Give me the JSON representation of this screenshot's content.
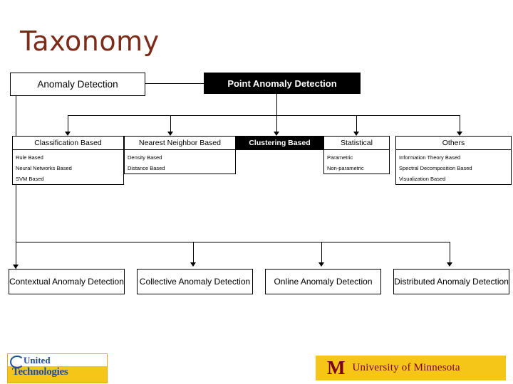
{
  "slide": {
    "title": "Taxonomy",
    "root": {
      "label": "Anomaly Detection"
    },
    "point_anomaly": {
      "label": "Point Anomaly Detection"
    },
    "categories": [
      {
        "label": "Classification Based",
        "style": "white",
        "items": [
          "Rule Based",
          "Neural Networks Based",
          "SVM Based"
        ]
      },
      {
        "label": "Nearest Neighbor Based",
        "style": "white",
        "items": [
          "Density Based",
          "Distance Based"
        ]
      },
      {
        "label": "Clustering Based",
        "style": "black",
        "items": []
      },
      {
        "label": "Statistical",
        "style": "white",
        "items": [
          "Parametric",
          "Non-parametric"
        ]
      },
      {
        "label": "Others",
        "style": "white",
        "items": [
          "Information Theory Based",
          "Spectral Decomposition Based",
          "Visualization Based"
        ]
      }
    ],
    "bottom_boxes": [
      {
        "label": "Contextual Anomaly Detection"
      },
      {
        "label": "Collective Anomaly Detection"
      },
      {
        "label": "Online Anomaly Detection"
      },
      {
        "label": "Distributed Anomaly Detection"
      }
    ]
  },
  "footer": {
    "ut_logo": {
      "line1": "United",
      "line2": "Technologies"
    },
    "umn_logo": {
      "mark": "M",
      "name": "University of Minnesota"
    }
  },
  "colors": {
    "title": "#7b2b18",
    "accent_black": "#000000",
    "logo_gold": "#f5c518",
    "maroon": "#7a0019"
  }
}
